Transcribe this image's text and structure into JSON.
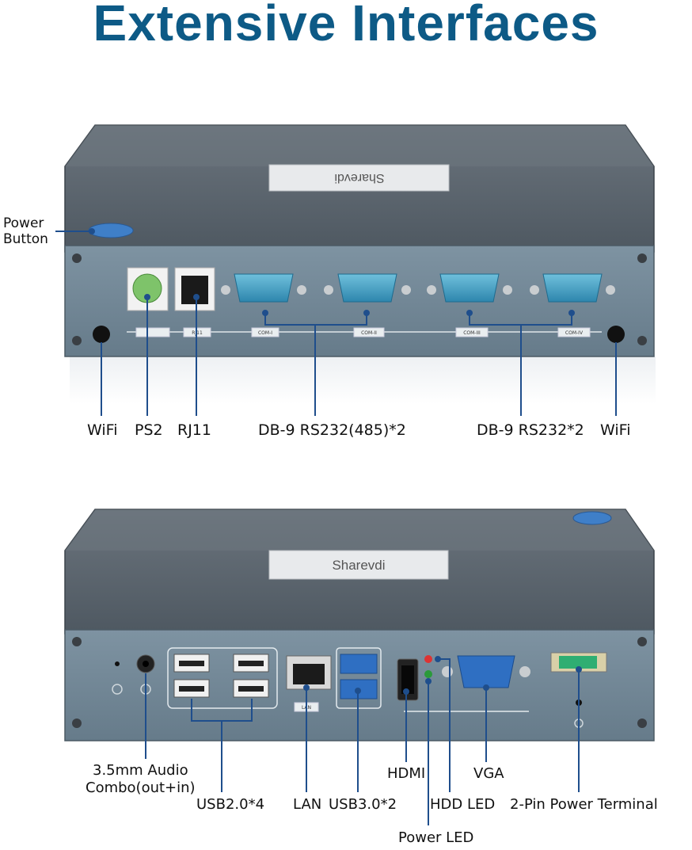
{
  "title": "Extensive Interfaces",
  "colors": {
    "title": "#0d5a86",
    "callout_line": "#1f4e8c",
    "case_top": "#5c6670",
    "case_front": "#6f8696",
    "port_blue": "#3a9ac8"
  },
  "brand_plate": "Sharevdi",
  "top_unit": {
    "power_button_label": "Power\nButton",
    "labels": {
      "wifi_left": "WiFi",
      "ps2": "PS2",
      "rj11": "RJ11",
      "db9_485": "DB-9 RS232(485)*2",
      "db9_232": "DB-9 RS232*2",
      "wifi_right": "WiFi"
    },
    "port_tags": [
      "RJ11",
      "COM-I",
      "COM-II",
      "COM-III",
      "COM-IV"
    ]
  },
  "bottom_unit": {
    "labels": {
      "audio": "3.5mm Audio\nCombo(out+in)",
      "usb2": "USB2.0*4",
      "lan": "LAN",
      "usb3": "USB3.0*2",
      "hdmi": "HDMI",
      "power_led": "Power LED",
      "hdd_led": "HDD LED",
      "vga": "VGA",
      "power_terminal": "2-Pin Power Terminal"
    },
    "port_tags": [
      "LAN"
    ]
  }
}
